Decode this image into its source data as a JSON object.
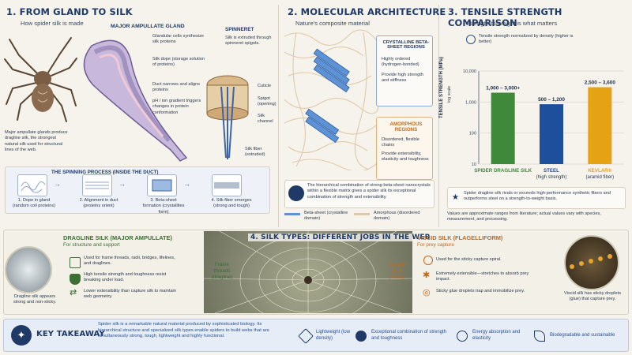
{
  "sec1": {
    "title": "1. FROM GLAND TO SILK",
    "subtitle": "How spider silk is made",
    "gland_label": "MAJOR AMPULLATE GLAND",
    "spinneret_label": "SPINNERET",
    "spinneret_desc": "Silk is extruded through spinneret spigots.",
    "gland_notes": [
      "Glandular cells synthesize silk proteins",
      "Silk dope (storage solution of proteins)",
      "Duct narrows and aligns proteins",
      "pH / ion gradient triggers changes in protein conformation"
    ],
    "spinneret_parts": [
      "Cuticle",
      "Spigot (opening)",
      "Silk channel",
      "Silk fiber (extruded)"
    ],
    "spider_caption": "Major ampullate glands produce dragline silk, the strongest natural silk used for structural lines of the web.",
    "process_title": "THE SPINNING PROCESS (INSIDE THE DUCT)",
    "steps": [
      "1. Dope in gland (random coil proteins)",
      "2. Alignment in duct (proteins orient)",
      "3. Beta-sheet formation (crystallites form)",
      "4. Silk fiber emerges (strong and tough)"
    ]
  },
  "sec2": {
    "title": "2. MOLECULAR ARCHITECTURE",
    "subtitle": "Nature's composite material",
    "cryst_title": "CRYSTALLINE BETA-SHEET REGIONS",
    "cryst_items": [
      "Highly ordered (hydrogen-bonded)",
      "Provide high strength and stiffness"
    ],
    "amorph_title": "AMORPHOUS REGIONS",
    "amorph_items": [
      "Disordered, flexible chains",
      "Provide extensibility, elasticity and toughness"
    ],
    "summary": "The hierarchical combination of strong beta-sheet nanocrystals within a flexible matrix gives a spider silk its exceptional combination of strength and extensibility.",
    "legend": [
      "Beta-sheet (crystalline domain)",
      "Amorphous (disordered domain)"
    ]
  },
  "sec3": {
    "title": "3. TENSILE STRENGTH COMPARISON",
    "subtitle": "Strength-to-weight is what matters",
    "note": "Tensile strength normalized by density (higher is better)",
    "ylabel": "TENSILE STRENGTH (MPa)",
    "ylabel2": "log scale",
    "footer1": "Spider dragline silk rivals or exceeds high-performance synthetic fibers and outperforms steel on a strength-to-weight basis.",
    "footer2": "Values are approximate ranges from literature; actual values vary with species, measurement, and processing."
  },
  "chart_data": {
    "type": "bar",
    "log_scale": true,
    "ylim": [
      10,
      10000
    ],
    "yticks": [
      "10,000",
      "1,000",
      "100",
      "10"
    ],
    "categories": [
      "SPIDER DRAGLINE SILK",
      "STEEL",
      "KEVLAR®"
    ],
    "sublabels": [
      "",
      "(high strength)",
      "(aramid fiber)"
    ],
    "values": [
      2000,
      850,
      3000
    ],
    "value_labels": [
      "1,000 – 3,000+",
      "500 – 1,200",
      "2,500 – 3,600"
    ],
    "colors": [
      "#3f8a3a",
      "#1e4f9c",
      "#e5a215"
    ]
  },
  "dragline": {
    "title": "DRAGLINE SILK (MAJOR AMPULLATE)",
    "subtitle": "For structure and support",
    "items": [
      "Used for frame threads, radii, bridges, lifelines, and draglines.",
      "High tensile strength and toughness resist breaking under load.",
      "Lower extensibility than capture silk to maintain web geometry."
    ],
    "caption": "Dragline silk appears strong and non-sticky."
  },
  "sec4": {
    "title": "4. SILK TYPES: DIFFERENT JOBS IN THE WEB",
    "frame": "Frame threads (dragline)",
    "capture": "Capture spiral (viscid)"
  },
  "viscid": {
    "title": "VISCID SILK (FLAGELLIFORM)",
    "subtitle": "For prey capture",
    "items": [
      "Used for the sticky capture spiral.",
      "Extremely extensible—stretches to absorb prey impact.",
      "Sticky glue droplets trap and immobilize prey."
    ],
    "caption": "Viscid silk has sticky droplets (glue) that capture prey."
  },
  "takeaway": {
    "title": "KEY TAKEAWAY",
    "text": "Spider silk is a remarkable natural material produced by sophisticated biology. Its hierarchical structure and specialized silk types enable spiders to build webs that are simultaneously strong, tough, lightweight and highly functional.",
    "points": [
      "Lightweight (low density)",
      "Exceptional combination of strength and toughness",
      "Energy absorption and elasticity",
      "Biodegradable and sustainable"
    ]
  }
}
